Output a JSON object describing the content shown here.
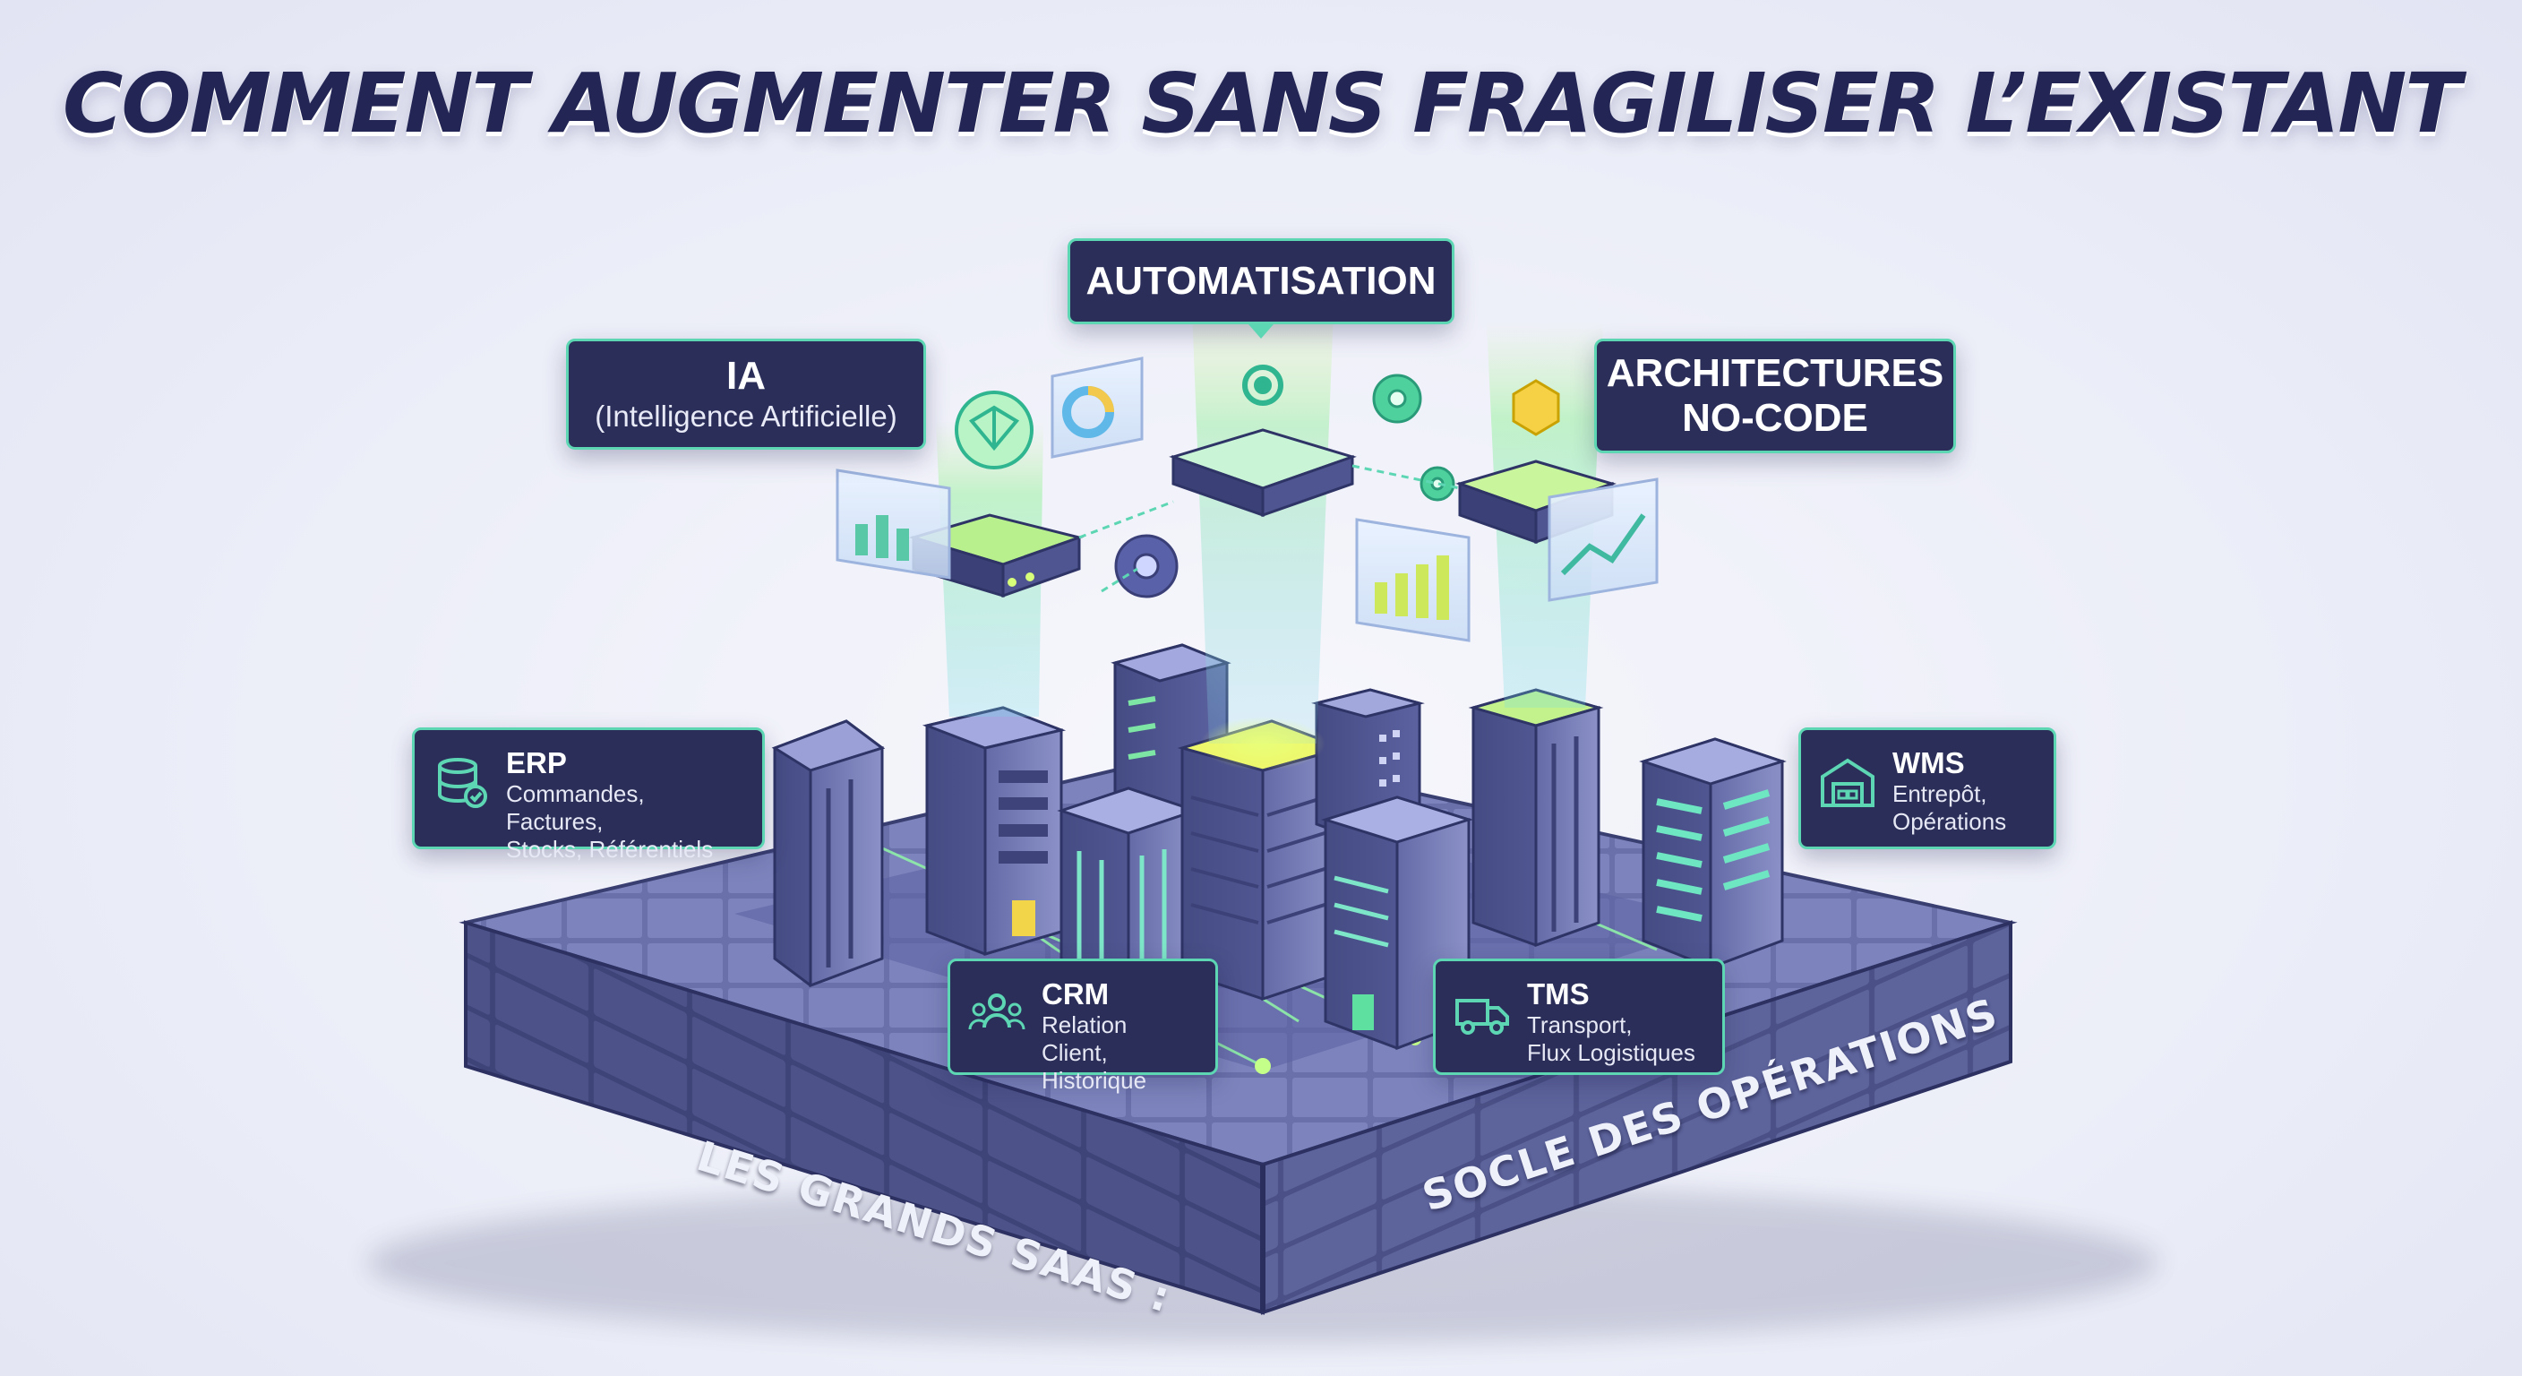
{
  "title": "COMMENT AUGMENTER SANS FRAGILISER L’EXISTANT",
  "layers": {
    "ia": {
      "title": "IA",
      "subtitle": "(Intelligence Artificielle)"
    },
    "automation": {
      "title": "AUTOMATISATION"
    },
    "nocode": {
      "title_line1": "ARCHITECTURES",
      "title_line2": "NO-CODE"
    }
  },
  "systems": {
    "erp": {
      "title": "ERP",
      "line1": "Commandes, Factures,",
      "line2": "Stocks, Référentiels",
      "icon": "database-icon"
    },
    "wms": {
      "title": "WMS",
      "line1": "Entrepôt,",
      "line2": "Opérations",
      "icon": "warehouse-icon"
    },
    "crm": {
      "title": "CRM",
      "line1": "Relation Client,",
      "line2": "Historique",
      "icon": "people-icon"
    },
    "tms": {
      "title": "TMS",
      "line1": "Transport,",
      "line2": "Flux Logistiques",
      "icon": "truck-icon"
    }
  },
  "base": {
    "left_text": "LES GRANDS SAAS :",
    "right_text": "SOCLE DES OPÉRATIONS"
  },
  "colors": {
    "accent": "#5dd6b4",
    "navy": "#2b2e58",
    "title": "#232654",
    "glow": "#8ff0a8"
  }
}
